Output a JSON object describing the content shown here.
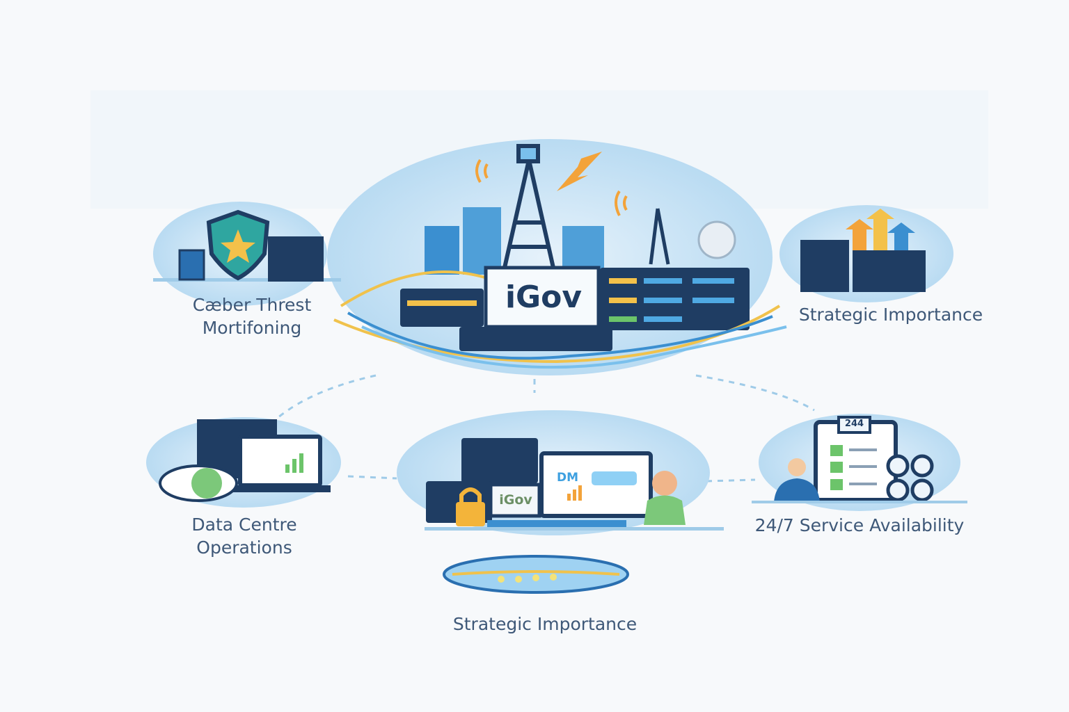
{
  "center": {
    "logo_text": "iGov"
  },
  "nodes": [
    {
      "id": "cyber",
      "label_lines": [
        "Cæber Threst",
        "Mortifoning"
      ],
      "icon": "shield-star-icon"
    },
    {
      "id": "strategic-top",
      "label_lines": [
        "Strategic Importance"
      ],
      "icon": "growth-arrows-icon"
    },
    {
      "id": "datacentre",
      "label_lines": [
        "Data Centre",
        "Operations"
      ],
      "icon": "server-monitor-icon"
    },
    {
      "id": "workstation",
      "screen_text": "iGov",
      "dashboard_text": "DM",
      "icon": "workstation-icon"
    },
    {
      "id": "availability",
      "label_lines": [
        "24/7 Service Availability"
      ],
      "badge": "244",
      "icon": "checklist-icon"
    },
    {
      "id": "strategic-bottom",
      "label_lines": [
        "Strategic Importance"
      ],
      "icon": "fiber-cable-icon"
    }
  ],
  "colors": {
    "navy": "#1f3d63",
    "blue": "#3b8fd0",
    "light_blue": "#cfe6f6",
    "orange": "#f3a33a",
    "green": "#6cc46a",
    "text": "#3e5878"
  }
}
